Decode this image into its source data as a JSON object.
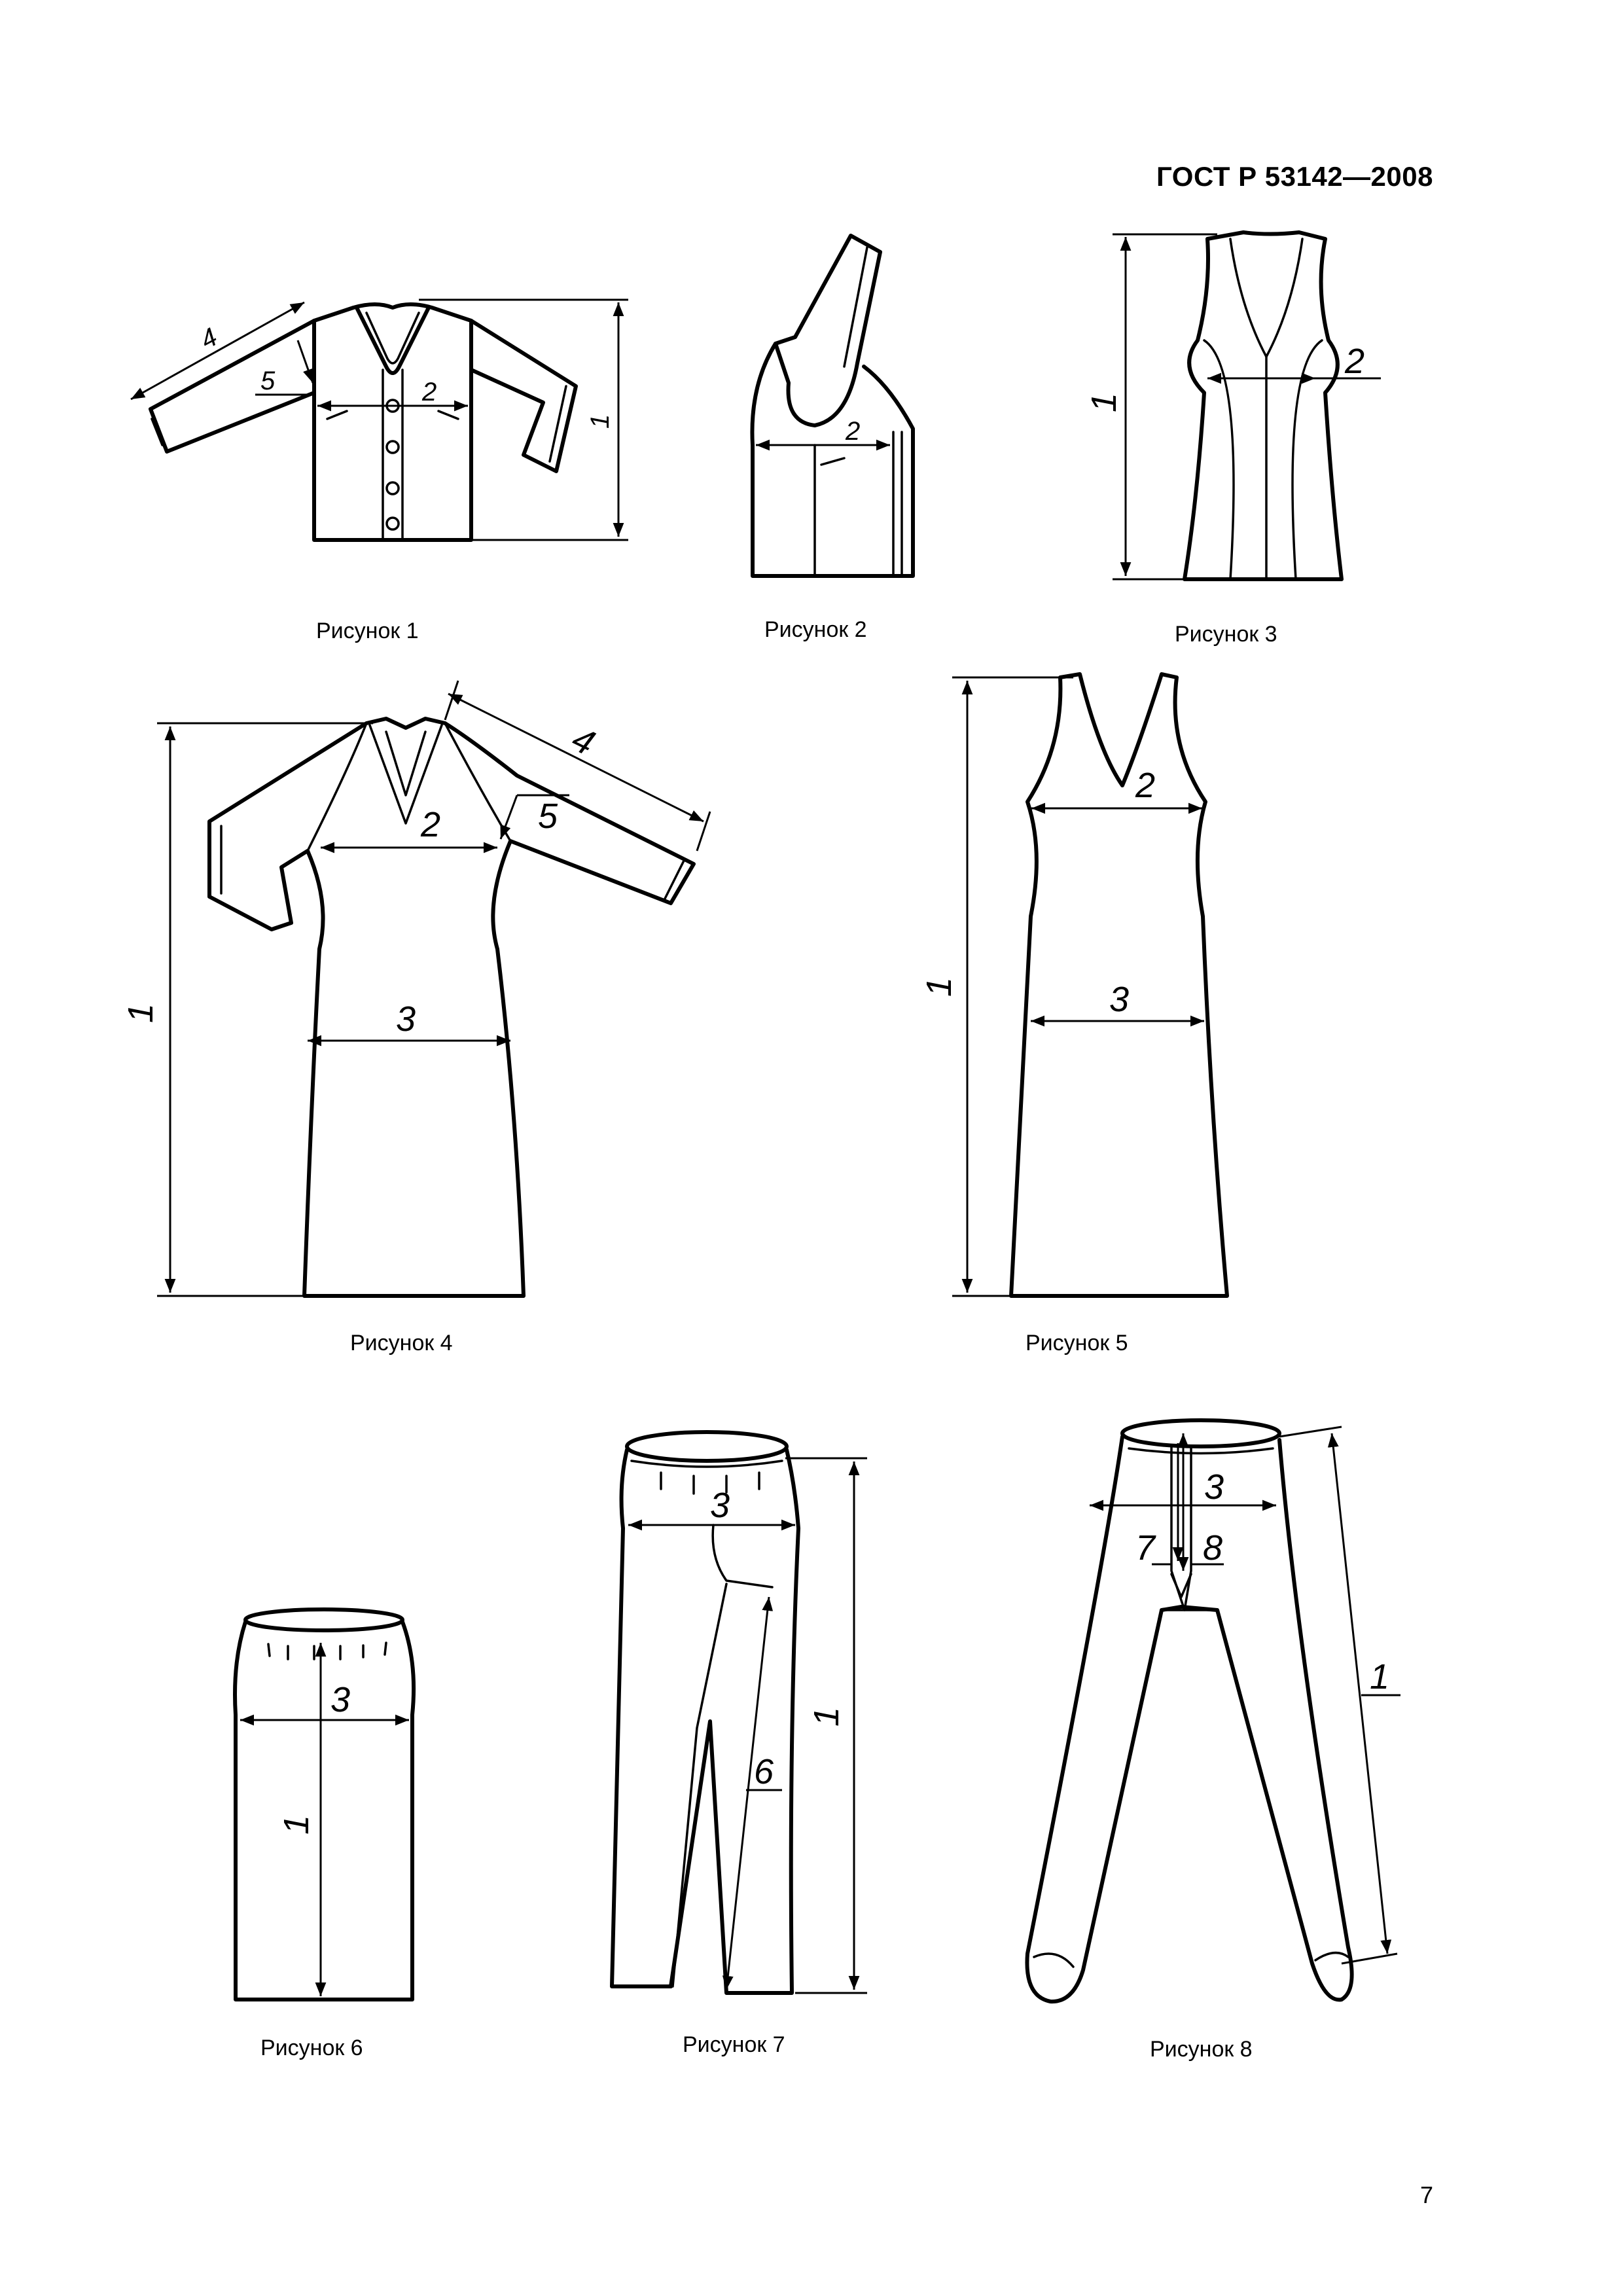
{
  "header": {
    "standard": "ГОСТ Р 53142—2008"
  },
  "page_number": "7",
  "figures": [
    {
      "caption": "Рисунок 1",
      "labels": [
        "4",
        "5",
        "2",
        "1"
      ]
    },
    {
      "caption": "Рисунок 2",
      "labels": [
        "2"
      ]
    },
    {
      "caption": "Рисунок 3",
      "labels": [
        "1",
        "2"
      ]
    },
    {
      "caption": "Рисунок 4",
      "labels": [
        "1",
        "2",
        "3",
        "4",
        "5"
      ]
    },
    {
      "caption": "Рисунок 5",
      "labels": [
        "1",
        "2",
        "3"
      ]
    },
    {
      "caption": "Рисунок 6",
      "labels": [
        "3",
        "1"
      ]
    },
    {
      "caption": "Рисунок 7",
      "labels": [
        "3",
        "1",
        "6"
      ]
    },
    {
      "caption": "Рисунок 8",
      "labels": [
        "3",
        "7",
        "8",
        "1"
      ]
    }
  ]
}
